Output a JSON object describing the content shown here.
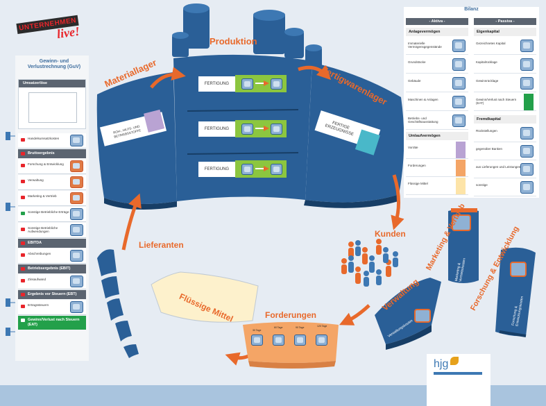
{
  "logo": {
    "line1": "UNTERNEHMEN",
    "line2": "live!"
  },
  "guv": {
    "title": "Gewinn- und Verlustrechnung (GuV)",
    "rows": [
      {
        "label": "Umsatzerlöse",
        "kind": "head-white"
      },
      {
        "label": "Handelsumsatzkosten",
        "kind": "row"
      },
      {
        "label": "Bruttoergebnis",
        "kind": "head"
      },
      {
        "label": "Forschung & Entwicklung",
        "kind": "row-orange"
      },
      {
        "label": "Verwaltung",
        "kind": "row-orange"
      },
      {
        "label": "Marketing & Vertrieb",
        "kind": "row-orange"
      },
      {
        "label": "Sonstige Betriebliche Erträge",
        "kind": "row"
      },
      {
        "label": "Sonstige Betriebliche Aufwendungen",
        "kind": "row"
      },
      {
        "label": "EBITDA",
        "kind": "head"
      },
      {
        "label": "Abschreibungen",
        "kind": "row"
      },
      {
        "label": "Betriebsergebnis (EBIT)",
        "kind": "head"
      },
      {
        "label": "Zinsaufwand",
        "kind": "row"
      },
      {
        "label": "Ergebnis vor Steuern (EBT)",
        "kind": "head"
      },
      {
        "label": "Ertragssteuern",
        "kind": "row"
      },
      {
        "label": "Gewinn/Verlust nach Steuern (EAT)",
        "kind": "head-green"
      }
    ]
  },
  "bilanz": {
    "title": "Bilanz",
    "aktiva": "- Aktiva -",
    "passiva": "- Passiva -",
    "anlage": "Anlagevermögen",
    "anlage_rows": [
      "Immaterielle Vermögensgegenstände",
      "Grundstücke",
      "Gebäude",
      "Maschinen & Anlagen",
      "Betriebs- und Geschäftsausstattung"
    ],
    "umlauf": "Umlaufvermögen",
    "umlauf_rows": [
      "Vorräte",
      "Forderungen",
      "Flüssige Mittel"
    ],
    "eigen": "Eigenkapital",
    "eigen_rows": [
      "Gezeichnetes Kapital",
      "Kapitalrücklage",
      "Gewinnrücklage",
      "Gewinn/Verlust nach Steuern (EAT)"
    ],
    "fremd": "Fremdkapital",
    "fremd_rows": [
      "Rückstellungen",
      "gegenüber Banken",
      "aus Lieferungen und Leistungen",
      "sonstige"
    ]
  },
  "diagram": {
    "materiallager": "Materiallager",
    "produktion": "Produktion",
    "fertigwarenlager": "Fertigwarenlager",
    "kunden": "Kunden",
    "lieferanten": "Lieferanten",
    "fluessige_mittel": "Flüssige Mittel",
    "forderungen": "Forderungen",
    "verwaltung": "Verwaltung",
    "marketing": "Marketing & Vertrieb",
    "forschung": "Forschung & Entwicklung",
    "fertigung": "FERTIGUNG",
    "fertige_erzeugnisse": "FERTIGE ERZEUGNISSE",
    "roh_hilfs": "ROH-, HILFS- UND BETRIEBSSTOFFE",
    "verwaltungskosten": "Verwaltungskosten",
    "marketing_kosten": "Marketing & Vertriebskosten",
    "forschung_kosten": "Forschung & Entwicklungskosten",
    "ford_tags": [
      "30 Tage",
      "60 Tage",
      "90 Tage",
      "120 Tage"
    ]
  },
  "hjg": {
    "brand": "hjg"
  },
  "colors": {
    "blue": "#2a5f97",
    "orange": "#e8692b",
    "green": "#8cc63f",
    "bg": "#e6ecf3"
  }
}
